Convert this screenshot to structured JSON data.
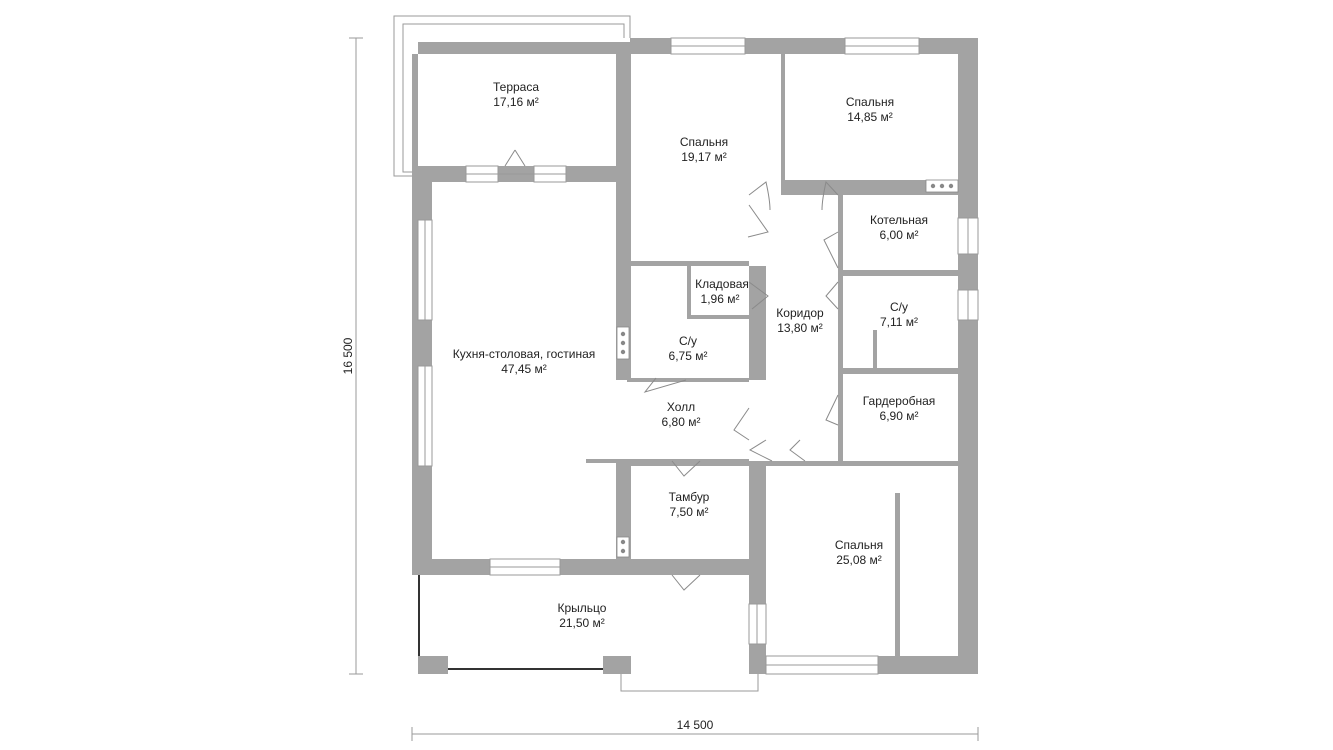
{
  "dimensions": {
    "width": "14 500",
    "height": "16 500"
  },
  "rooms": [
    {
      "name": "Терраса",
      "area": "17,16 м²"
    },
    {
      "name": "Спальня",
      "area": "19,17 м²"
    },
    {
      "name": "Спальня",
      "area": "14,85 м²"
    },
    {
      "name": "Котельная",
      "area": "6,00 м²"
    },
    {
      "name": "Кладовая",
      "area": "1,96 м²"
    },
    {
      "name": "Коридор",
      "area": "13,80 м²"
    },
    {
      "name": "С/у",
      "area": "7,11 м²"
    },
    {
      "name": "С/у",
      "area": "6,75 м²"
    },
    {
      "name": "Кухня-столовая, гостиная",
      "area": "47,45 м²"
    },
    {
      "name": "Холл",
      "area": "6,80 м²"
    },
    {
      "name": "Гардеробная",
      "area": "6,90 м²"
    },
    {
      "name": "Тамбур",
      "area": "7,50 м²"
    },
    {
      "name": "Спальня",
      "area": "25,08 м²"
    },
    {
      "name": "Крыльцо",
      "area": "21,50 м²"
    }
  ]
}
